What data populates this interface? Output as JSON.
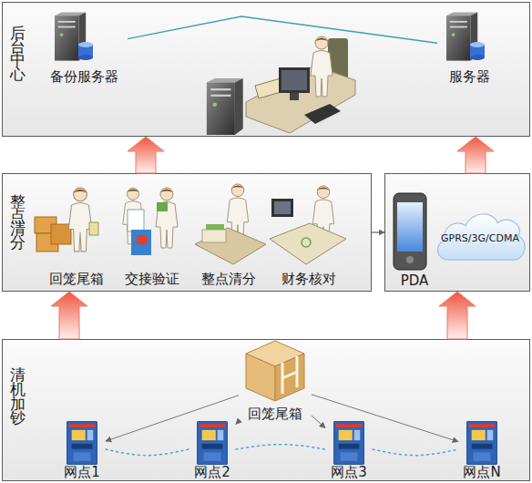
{
  "diagram": {
    "nodes": [
      {
        "text": [
          "后台中心"
        ]
      },
      {
        "text": [
          "备份服务器"
        ],
        "in": 0
      },
      {
        "text": [
          "服务器"
        ],
        "in": 0
      },
      {
        "text": [
          "整点清分"
        ]
      },
      {
        "text": [
          "回笼尾箱"
        ],
        "in": 3
      },
      {
        "text": [
          "交接验证"
        ],
        "in": 3
      },
      {
        "text": [
          "整点清分"
        ],
        "in": 3
      },
      {
        "text": [
          "财务核对"
        ],
        "in": 3
      },
      {
        "text": [
          "PDA"
        ]
      },
      {
        "text": [
          "GPRS/3G/CDMA"
        ],
        "in": 8
      },
      {
        "text": [
          "清机加钞"
        ]
      },
      {
        "text": [
          "回笼尾箱"
        ],
        "in": 10
      },
      {
        "text": [
          "网点1"
        ],
        "in": 10
      },
      {
        "text": [
          "网点2"
        ],
        "in": 10
      },
      {
        "text": [
          "网点3"
        ],
        "in": 10
      },
      {
        "text": [
          "网点N"
        ],
        "in": 10
      }
    ],
    "edges": [
      {
        "from": 1,
        "to": 2,
        "arrow": "none"
      },
      {
        "from": 3,
        "to": 8,
        "arrow": "to"
      },
      {
        "from": 11,
        "to": 12,
        "arrow": "to"
      },
      {
        "from": 11,
        "to": 13,
        "arrow": "to"
      },
      {
        "from": 11,
        "to": 14,
        "arrow": "to"
      },
      {
        "from": 11,
        "to": 15,
        "arrow": "to"
      },
      {
        "from": 12,
        "to": 13,
        "arrow": "none"
      },
      {
        "from": 13,
        "to": 14,
        "arrow": "none"
      },
      {
        "from": 14,
        "to": 15,
        "arrow": "none"
      },
      {
        "from": 10,
        "to": 3,
        "arrow": "to"
      },
      {
        "from": 10,
        "to": 8,
        "arrow": "to"
      },
      {
        "from": 3,
        "to": 0,
        "arrow": "to"
      },
      {
        "from": 8,
        "to": 0,
        "arrow": "to"
      }
    ]
  }
}
